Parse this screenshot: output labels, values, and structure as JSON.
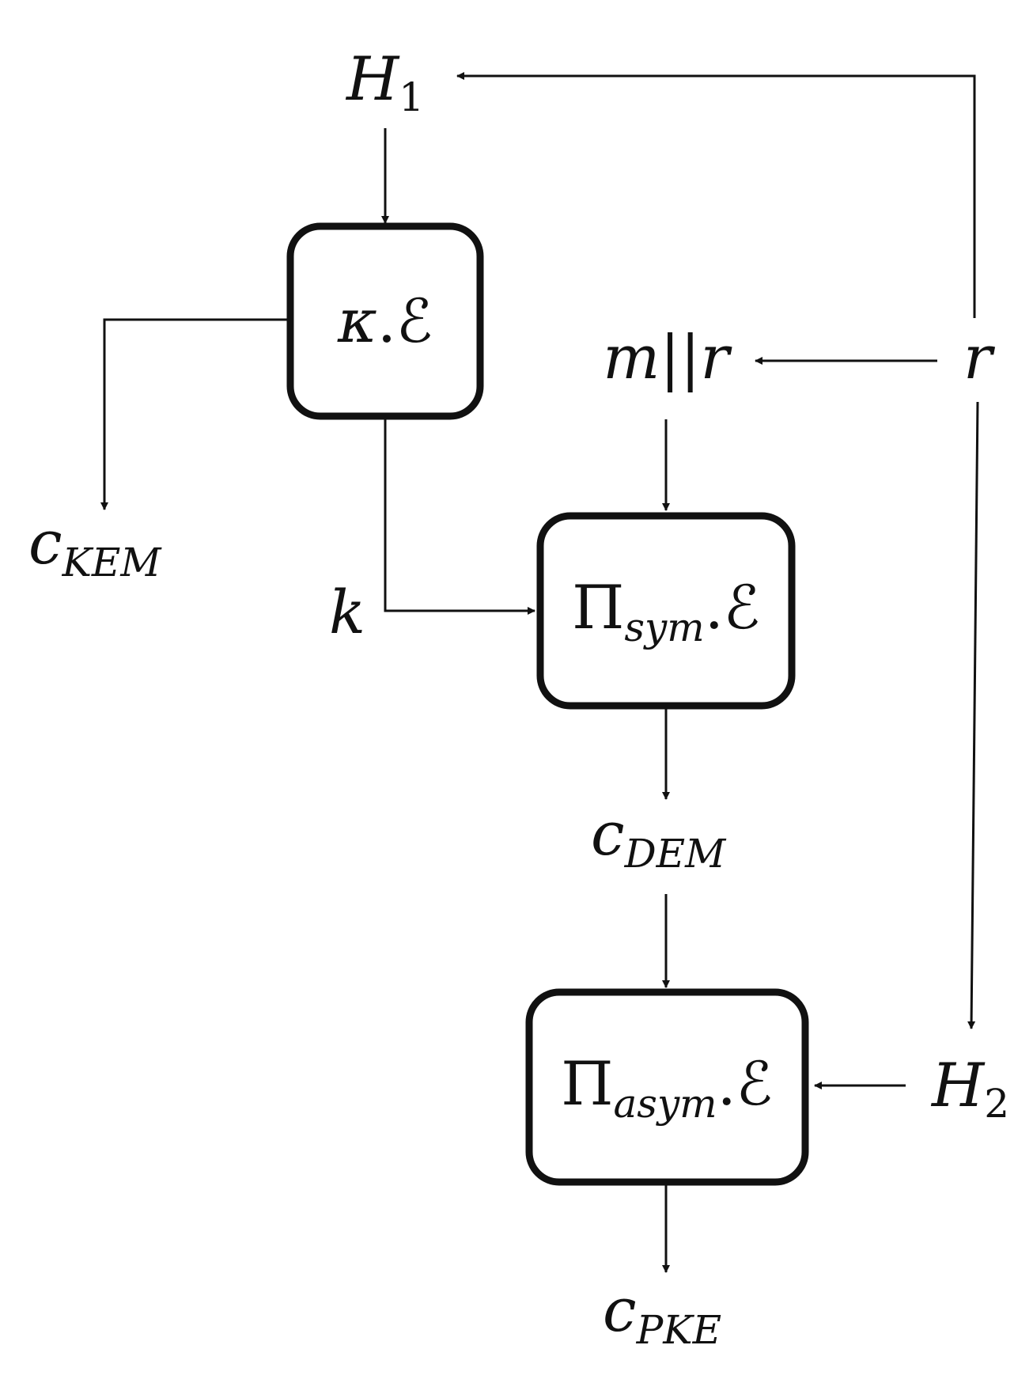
{
  "nodes": {
    "h1": {
      "base": "H",
      "sub": "1"
    },
    "h2": {
      "base": "H",
      "sub": "2"
    },
    "r": {
      "text": "r"
    },
    "m_concat_r": {
      "text": "m||r"
    },
    "k": {
      "text": "k"
    },
    "c_kem": {
      "base": "c",
      "sub": "KEM"
    },
    "c_dem": {
      "base": "c",
      "sub": "DEM"
    },
    "c_pke": {
      "base": "c",
      "sub": "PKE"
    }
  },
  "boxes": {
    "kem_encrypt": {
      "pre": "κ",
      "suffix": ".ℰ"
    },
    "sym_encrypt": {
      "pre": "Π",
      "sub": "sym",
      "suffix": ".ℰ"
    },
    "asym_encrypt": {
      "pre": "Π",
      "sub": "asym",
      "suffix": ".ℰ"
    }
  },
  "edges": [
    {
      "from": "r",
      "to": "h1"
    },
    {
      "from": "h1",
      "to": "kem_encrypt"
    },
    {
      "from": "kem_encrypt",
      "to": "c_kem"
    },
    {
      "from": "kem_encrypt",
      "to": "sym_encrypt",
      "label": "k"
    },
    {
      "from": "r",
      "to": "m_concat_r"
    },
    {
      "from": "m_concat_r",
      "to": "sym_encrypt"
    },
    {
      "from": "sym_encrypt",
      "to": "c_dem"
    },
    {
      "from": "c_dem",
      "to": "asym_encrypt"
    },
    {
      "from": "r",
      "to": "h2"
    },
    {
      "from": "h2",
      "to": "asym_encrypt"
    },
    {
      "from": "asym_encrypt",
      "to": "c_pke"
    }
  ],
  "colors": {
    "ink": "#111111",
    "background": "#ffffff"
  }
}
